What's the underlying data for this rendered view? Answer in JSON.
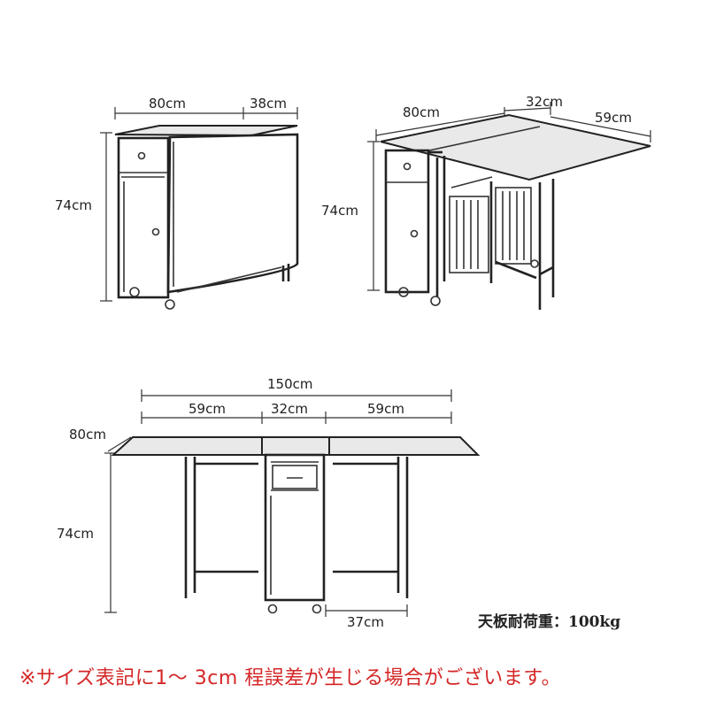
{
  "colors": {
    "notice": "#d42626",
    "line": "#222222"
  },
  "views": {
    "folded": {
      "width": "80cm",
      "depth": "38cm",
      "height": "74cm"
    },
    "half_open": {
      "width": "80cm",
      "center": "32cm",
      "leaf": "59cm",
      "height": "74cm"
    },
    "fully_open": {
      "total": "150cm",
      "leaf_left": "59cm",
      "center": "32cm",
      "leaf_right": "59cm",
      "depth": "80cm",
      "height": "74cm",
      "stand": "37cm"
    }
  },
  "load_text": "天板耐荷重：100kg",
  "notice_text": "※サイズ表記に1～ 3cm 程誤差が生じる場合がございます。"
}
